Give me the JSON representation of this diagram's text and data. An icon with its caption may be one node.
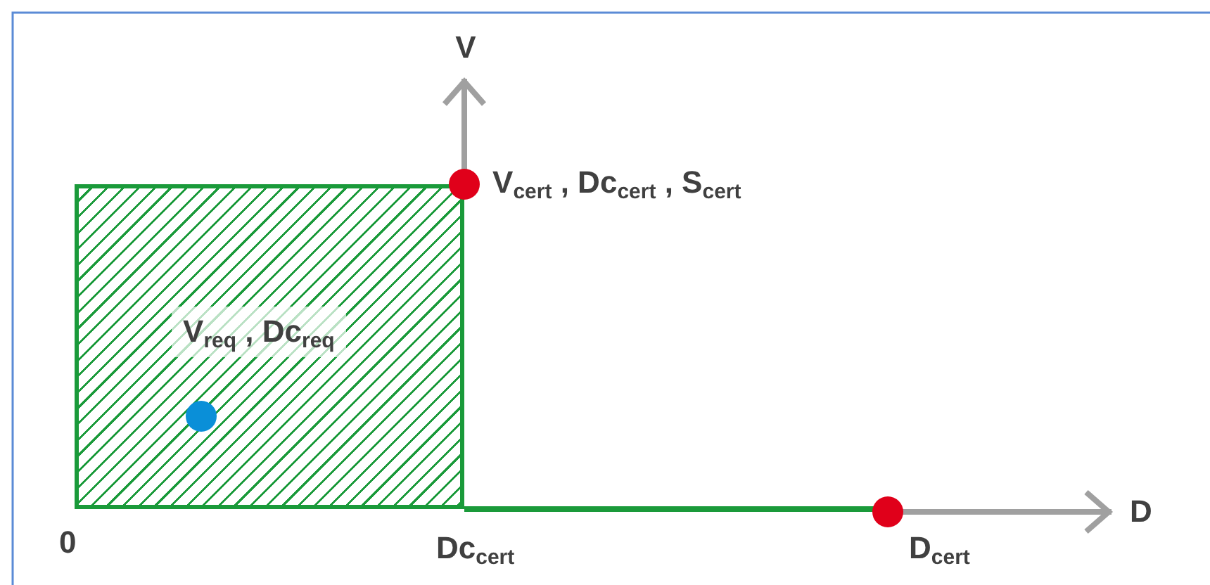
{
  "diagram": {
    "nodes": [
      {
        "text": [],
        "shape": "box"
      },
      {
        "text": [],
        "shape": "circle",
        "in": 0,
        "beside": [
          "V$_{req}$ , Dc$_{req}$"
        ]
      },
      {
        "text": [],
        "shape": "circle",
        "beside": [
          "V$_{cert}$ , Dc$_{cert}$ , S$_{cert}$"
        ]
      },
      {
        "text": [],
        "shape": "circle",
        "beside": [
          "D$_{cert}$"
        ]
      }
    ],
    "edges": [],
    "labels": [
      "V",
      "D",
      "0",
      "Dc$_{cert}$"
    ]
  }
}
